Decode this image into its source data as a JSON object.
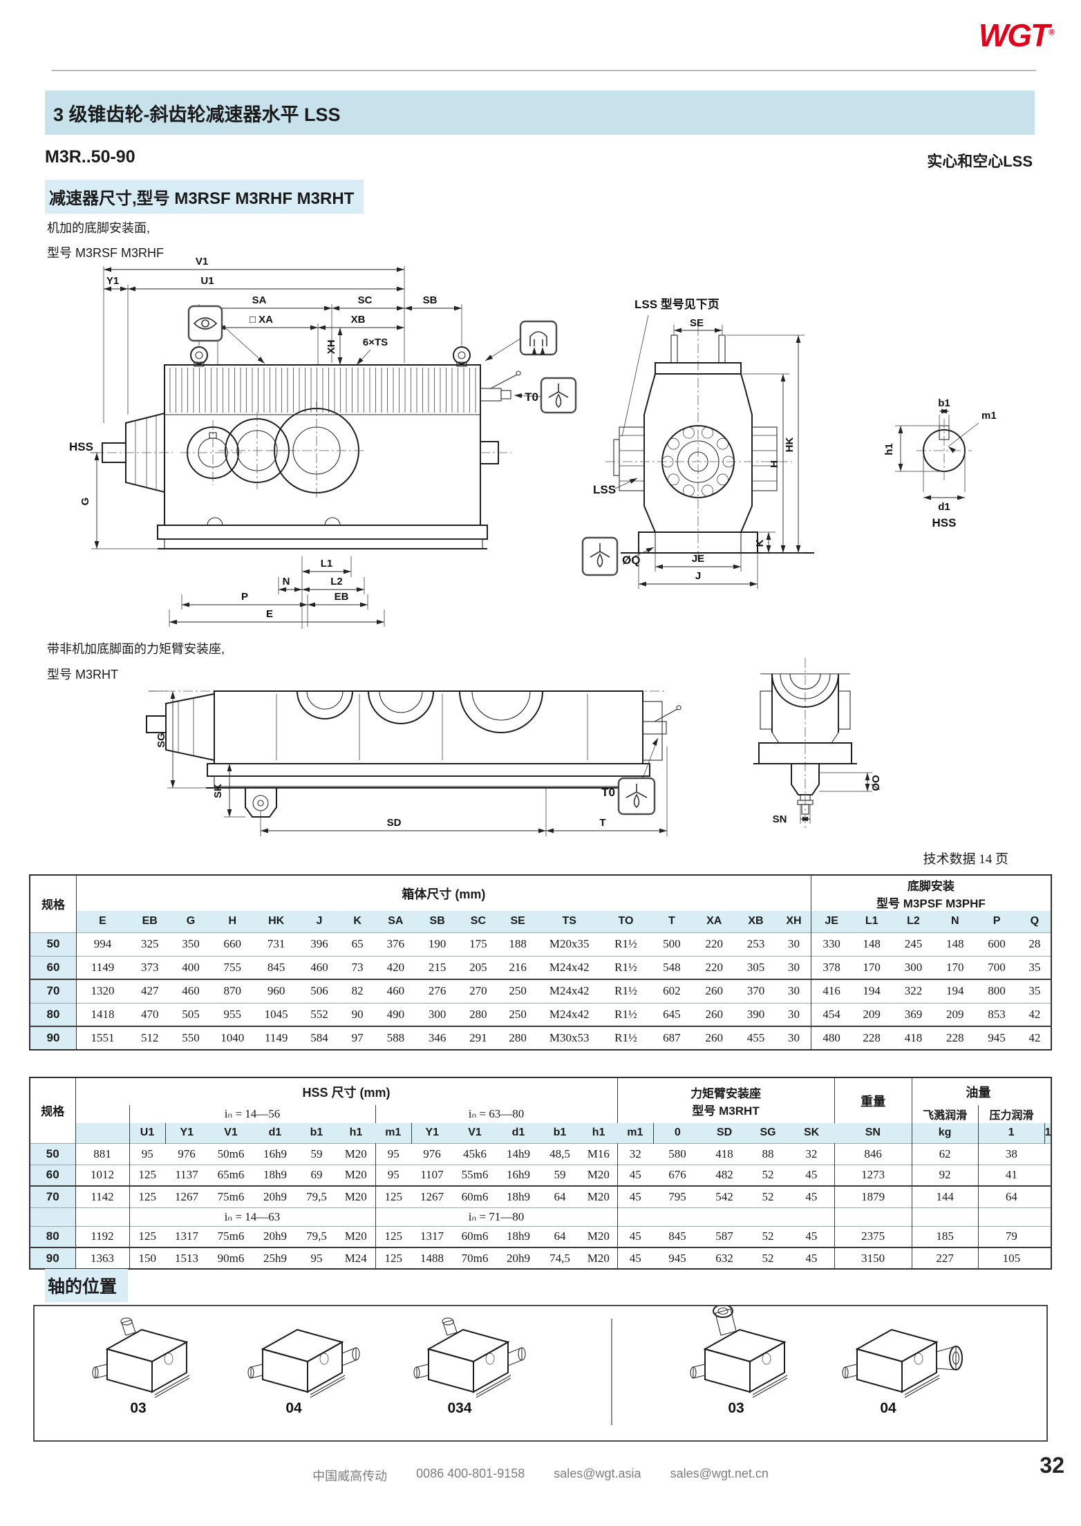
{
  "logo": {
    "text": "WGT",
    "reg": "®",
    "color": "#e2001a"
  },
  "header": {
    "bar_title": "3 级锥齿轮-斜齿轮减速器水平 LSS",
    "model": "M3R..50-90",
    "right_note": "实心和空心LSS",
    "subtitle": "减速器尺寸,型号 M3RSF M3RHF M3RHT",
    "accent_color": "#c8e2ec"
  },
  "drawing1": {
    "note1": "机加的底脚安装面,",
    "note2": "型号 M3RSF M3RHF",
    "labels": {
      "v1": "V1",
      "y1": "Y1",
      "u1": "U1",
      "sa": "SA",
      "sc": "SC",
      "sb": "SB",
      "xa": "□ XA",
      "xb": "XB",
      "xh": "XH",
      "ts": "6×TS",
      "hss": "HSS",
      "g": "G",
      "to": "T0",
      "l1": "L1",
      "n": "N",
      "l2": "L2",
      "p": "P",
      "eb": "EB",
      "e": "E",
      "lss_note": "LSS 型号见下页",
      "se": "SE",
      "h": "H",
      "hk": "HK",
      "lss": "LSS",
      "k": "K",
      "oq": "ØQ",
      "je": "JE",
      "j": "J",
      "b1": "b1",
      "m1": "m1",
      "h1": "h1",
      "d1": "d1",
      "hss_detail": "HSS"
    }
  },
  "drawing2": {
    "note1": "带非机加底脚面的力矩臂安装座,",
    "note2": "型号 M3RHT",
    "labels": {
      "sg": "SG",
      "sk": "SK",
      "sd": "SD",
      "t": "T",
      "to": "T0",
      "sn": "SN",
      "oo": "ØO"
    }
  },
  "tech_note": "技术数据 14 页",
  "table1": {
    "spec_label": "规格",
    "group1": "箱体尺寸 (mm)",
    "group2a": "底脚安装",
    "group2b": "型号 M3PSF M3PHF",
    "cols": [
      "E",
      "EB",
      "G",
      "H",
      "HK",
      "J",
      "K",
      "SA",
      "SB",
      "SC",
      "SE",
      "TS",
      "TO",
      "T",
      "XA",
      "XB",
      "XH",
      "JE",
      "L1",
      "L2",
      "N",
      "P",
      "Q"
    ],
    "rows": [
      {
        "spec": "50",
        "values": [
          "994",
          "325",
          "350",
          "660",
          "731",
          "396",
          "65",
          "376",
          "190",
          "175",
          "188",
          "M20x35",
          "R1½",
          "500",
          "220",
          "253",
          "30",
          "330",
          "148",
          "245",
          "148",
          "600",
          "28"
        ]
      },
      {
        "spec": "60",
        "values": [
          "1149",
          "373",
          "400",
          "755",
          "845",
          "460",
          "73",
          "420",
          "215",
          "205",
          "216",
          "M24x42",
          "R1½",
          "548",
          "220",
          "305",
          "30",
          "378",
          "170",
          "300",
          "170",
          "700",
          "35"
        ]
      },
      {
        "spec": "70",
        "values": [
          "1320",
          "427",
          "460",
          "870",
          "960",
          "506",
          "82",
          "460",
          "276",
          "270",
          "250",
          "M24x42",
          "R1½",
          "602",
          "260",
          "370",
          "30",
          "416",
          "194",
          "322",
          "194",
          "800",
          "35"
        ]
      },
      {
        "spec": "80",
        "values": [
          "1418",
          "470",
          "505",
          "955",
          "1045",
          "552",
          "90",
          "490",
          "300",
          "280",
          "250",
          "M24x42",
          "R1½",
          "645",
          "260",
          "390",
          "30",
          "454",
          "209",
          "369",
          "209",
          "853",
          "42"
        ]
      },
      {
        "spec": "90",
        "values": [
          "1551",
          "512",
          "550",
          "1040",
          "1149",
          "584",
          "97",
          "588",
          "346",
          "291",
          "280",
          "M30x53",
          "R1½",
          "687",
          "260",
          "455",
          "30",
          "480",
          "228",
          "418",
          "228",
          "945",
          "42"
        ]
      }
    ]
  },
  "table2": {
    "spec_label": "规格",
    "hss_header": "HSS 尺寸 (mm)",
    "in_top_a": "iₙ = 14—56",
    "in_top_b": "iₙ = 63—80",
    "in_mid_a": "iₙ = 14—63",
    "in_mid_b": "iₙ = 71—80",
    "arm_line1": "力矩臂安装座",
    "arm_line2": "型号 M3RHT",
    "weight_header": "重量",
    "oil_header": "油量",
    "oil_sub": [
      "飞溅润滑",
      "压力润滑"
    ],
    "u1_col": "U1",
    "sub_cols": [
      "Y1",
      "V1",
      "d1",
      "b1",
      "h1",
      "m1"
    ],
    "arm_cols": [
      "0",
      "SD",
      "SG",
      "SK",
      "SN"
    ],
    "unit_cols": [
      "kg",
      "1",
      "1"
    ],
    "rows": [
      {
        "spec": "50",
        "values": [
          "881",
          "95",
          "976",
          "50m6",
          "16h9",
          "59",
          "M20",
          "95",
          "976",
          "45k6",
          "14h9",
          "48,5",
          "M16",
          "32",
          "580",
          "418",
          "88",
          "32",
          "846",
          "62",
          "38"
        ]
      },
      {
        "spec": "60",
        "values": [
          "1012",
          "125",
          "1137",
          "65m6",
          "18h9",
          "69",
          "M20",
          "95",
          "1107",
          "55m6",
          "16h9",
          "59",
          "M20",
          "45",
          "676",
          "482",
          "52",
          "45",
          "1273",
          "92",
          "41"
        ]
      },
      {
        "spec": "70",
        "values": [
          "1142",
          "125",
          "1267",
          "75m6",
          "20h9",
          "79,5",
          "M20",
          "125",
          "1267",
          "60m6",
          "18h9",
          "64",
          "M20",
          "45",
          "795",
          "542",
          "52",
          "45",
          "1879",
          "144",
          "64"
        ]
      },
      {
        "spec": "80",
        "values": [
          "1192",
          "125",
          "1317",
          "75m6",
          "20h9",
          "79,5",
          "M20",
          "125",
          "1317",
          "60m6",
          "18h9",
          "64",
          "M20",
          "45",
          "845",
          "587",
          "52",
          "45",
          "2375",
          "185",
          "79"
        ]
      },
      {
        "spec": "90",
        "values": [
          "1363",
          "150",
          "1513",
          "90m6",
          "25h9",
          "95",
          "M24",
          "125",
          "1488",
          "70m6",
          "20h9",
          "74,5",
          "M20",
          "45",
          "945",
          "632",
          "52",
          "45",
          "3150",
          "227",
          "105"
        ]
      }
    ]
  },
  "shaft_positions": {
    "title": "轴的位置",
    "labels": [
      "03",
      "04",
      "034",
      "03",
      "04"
    ]
  },
  "footer": {
    "company": "中国威高传动",
    "phone": "0086  400-801-9158",
    "email1": "sales@wgt.asia",
    "email2": "sales@wgt.net.cn",
    "page": "32"
  }
}
